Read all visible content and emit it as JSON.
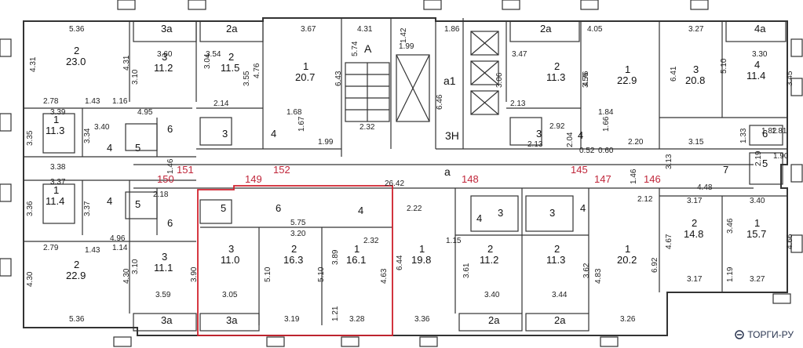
{
  "accent_color": "#d1222e",
  "unit_label_color": "#c0263a",
  "watermark": {
    "text": "ТОРГИ-РУ",
    "icon": "torgi-logo-icon"
  },
  "rooms": [
    {
      "id": "r-tl-2",
      "num": "2",
      "area": "23.0"
    },
    {
      "id": "r-tl-3",
      "num": "3",
      "area": "11.2"
    },
    {
      "id": "r-tl-2b",
      "num": "2",
      "area": "11.5"
    },
    {
      "id": "r-tl-1",
      "num": "1",
      "area": "20.7"
    },
    {
      "id": "r-ml-1",
      "num": "1",
      "area": "11.3"
    },
    {
      "id": "r-ml-1b",
      "num": "1",
      "area": "11.4"
    },
    {
      "id": "r-bl-2",
      "num": "2",
      "area": "22.9"
    },
    {
      "id": "r-bl-3",
      "num": "3",
      "area": "11.1"
    },
    {
      "id": "r-hl-3",
      "num": "3",
      "area": "11.0"
    },
    {
      "id": "r-hl-2",
      "num": "2",
      "area": "16.3"
    },
    {
      "id": "r-hl-1",
      "num": "1",
      "area": "16.1"
    },
    {
      "id": "r-bc-1",
      "num": "1",
      "area": "19.8"
    },
    {
      "id": "r-bc-2",
      "num": "2",
      "area": "11.2"
    },
    {
      "id": "r-bc-2b",
      "num": "2",
      "area": "11.3"
    },
    {
      "id": "r-bc-1b",
      "num": "1",
      "area": "20.2"
    },
    {
      "id": "r-tr-2",
      "num": "2",
      "area": "11.3"
    },
    {
      "id": "r-tr-1",
      "num": "1",
      "area": "22.9"
    },
    {
      "id": "r-tr-3",
      "num": "3",
      "area": "20.8"
    },
    {
      "id": "r-tr-4",
      "num": "4",
      "area": "11.4"
    },
    {
      "id": "r-br-2",
      "num": "2",
      "area": "14.8"
    },
    {
      "id": "r-br-1",
      "num": "1",
      "area": "15.7"
    }
  ],
  "room_numbers": [
    "4",
    "5",
    "6",
    "3",
    "4",
    "4",
    "5",
    "6",
    "5",
    "6",
    "4",
    "3",
    "4",
    "3",
    "3",
    "4",
    "4",
    "6",
    "5",
    "7",
    "a",
    "a1",
    "A",
    "3H"
  ],
  "balconies": [
    "3a",
    "2a",
    "2a",
    "4a",
    "3a",
    "3a",
    "2a",
    "2a"
  ],
  "apartment_numbers": [
    "151",
    "152",
    "150",
    "149",
    "148",
    "145",
    "147",
    "146"
  ],
  "dimensions": [
    "5.36",
    "4.31",
    "4.31",
    "2.78",
    "1.43",
    "1.16",
    "3.60",
    "3.10",
    "3.04",
    "3.54",
    "2.14",
    "4.76",
    "3.55",
    "3.67",
    "6.43",
    "1.68",
    "1.67",
    "1.99",
    "4.31",
    "1.42",
    "1.86",
    "5.74",
    "1.99",
    "2.32",
    "6.46",
    "3.47",
    "3.06",
    "2.13",
    "4.05",
    "4.76",
    "3.56",
    "1.84",
    "1.66",
    "2.20",
    "3.27",
    "6.41",
    "5.10",
    "3.15",
    "3.30",
    "3.45",
    "3.39",
    "3.40",
    "4.95",
    "3.35",
    "3.34",
    "3.38",
    "3.37",
    "3.36",
    "3.37",
    "2.18",
    "1.46",
    "26.42",
    "2.22",
    "2.12",
    "2.79",
    "1.43",
    "1.14",
    "4.96",
    "4.30",
    "4.30",
    "3.59",
    "5.36",
    "3.10",
    "3.05",
    "3.19",
    "3.28",
    "3.90",
    "5.10",
    "5.10",
    "3.89",
    "4.63",
    "6.44",
    "1.21",
    "5.75",
    "3.20",
    "2.32",
    "1.15",
    "3.61",
    "3.40",
    "3.44",
    "3.62",
    "4.83",
    "6.92",
    "3.36",
    "3.26",
    "3.17",
    "3.40",
    "4.67",
    "3.46",
    "4.66",
    "3.17",
    "3.27",
    "1.19",
    "4.48",
    "3.13",
    "1.46",
    "2.92",
    "2.04",
    "1.90",
    "1.81",
    "1.82",
    "2.19",
    "1.33",
    "0.52",
    "0.60",
    "2.13"
  ]
}
